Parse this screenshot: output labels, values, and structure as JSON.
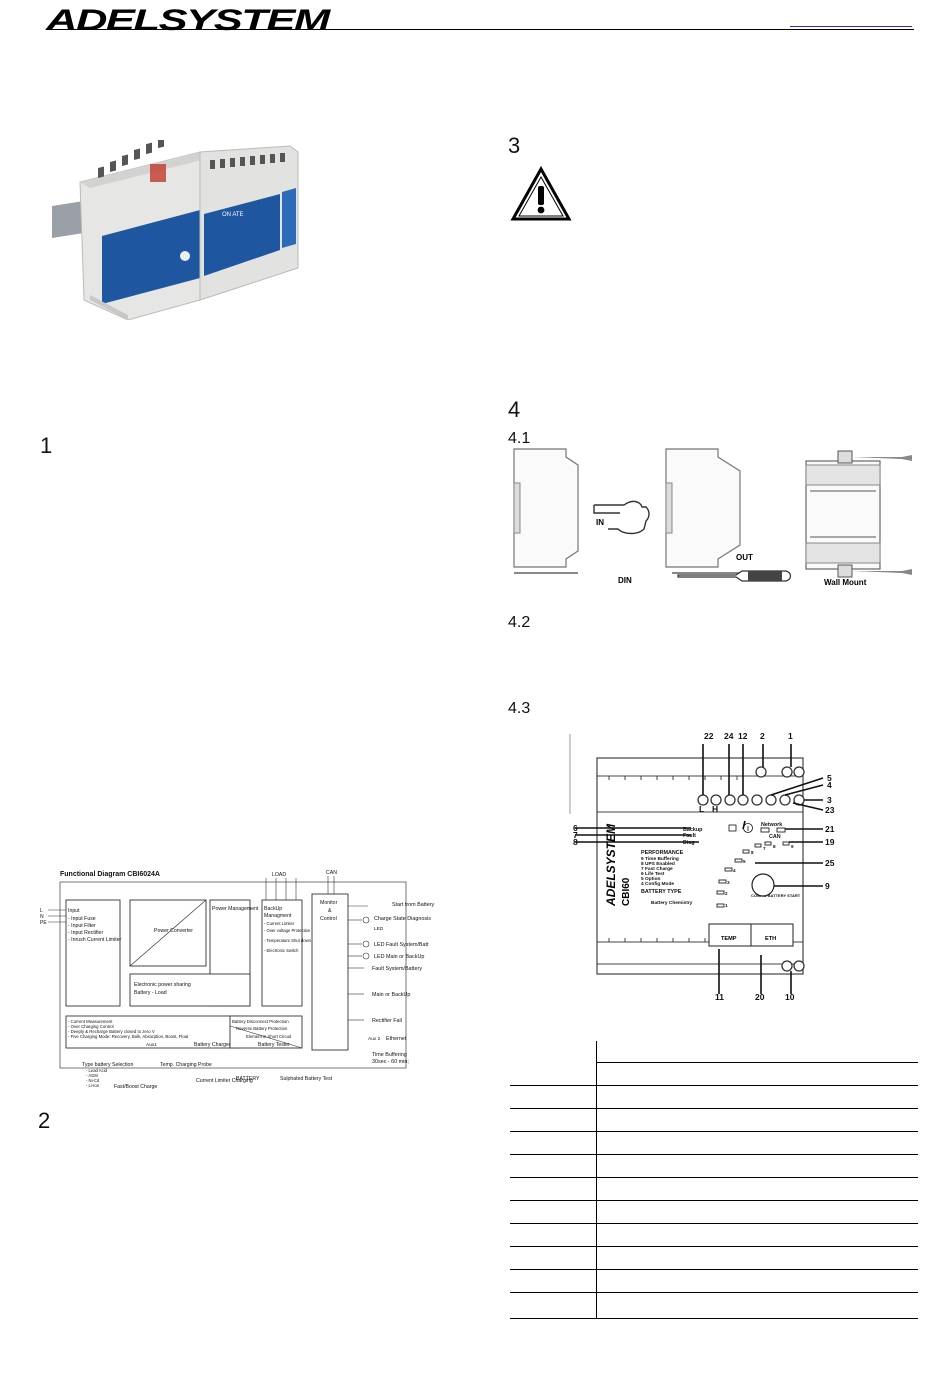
{
  "header": {
    "brand": "ADELSYSTEM"
  },
  "sections": {
    "s1": "1",
    "s2": "2",
    "s3": "3",
    "s4": "4",
    "s4_1": "4.1",
    "s4_2": "4.2",
    "s4_3": "4.3"
  },
  "mounting": {
    "in_label": "IN",
    "out_label": "OUT",
    "din_label": "DIN",
    "wall_label": "Wall Mount"
  },
  "functional_diagram": {
    "title": "Functional Diagram CBI6024A",
    "top_load": "LOAD",
    "top_can": "CAN",
    "input_lines": [
      "Input",
      "- Input Fuse",
      "- Input Filter",
      "- Input Rectifier",
      "- Inrush Current Limiter"
    ],
    "power_converter": "Power Converter",
    "power_management": "Power Management",
    "backup_lines": [
      "BackUp",
      "Managment",
      "- Current Limiter",
      "- Over voltage Protection",
      "- Temperature Shut down",
      "- Electronic Switch"
    ],
    "monitor_lines": [
      "Monitor",
      "&",
      "Control"
    ],
    "power_sharing": [
      "Electronic power sharing",
      "Battery - Load"
    ],
    "charger_lines": [
      "- Current Measurement",
      "- Over Charging Control",
      "- Deeply & Recharge Battery closed to zero V",
      "- Five Charging Mode: Recovery, Bulk, Absorption, Boost, Float"
    ],
    "battery_charger": "Battery Charger",
    "battery_tester_lines": [
      "Battery Disconnect Protection",
      "Reverse Battery Protection",
      "Element in Short Circuit"
    ],
    "battery_tester": "Battery Tester",
    "right_labels": [
      "Start from Battery",
      "Charge State Diagnosis",
      "LED Fault System/Batt",
      "LED Main or BackUp",
      "Fault System/Battery",
      "Main or BackUp",
      "Rectifier Fail",
      "Ethernet",
      "Time Buffering",
      "30sec - 60 min;"
    ],
    "led_label": "LED",
    "aux1": "Aux1",
    "aux2": "Aux 2",
    "bottom_labels": [
      "Type battery Selection",
      "- Lead Acid",
      "- AGM",
      "- Ni-Cd",
      "- Li-Ion",
      "Fast/Boost Charge",
      "Temp. Charging Probe",
      "Current Limiter Charging",
      "BATTERY",
      "Sulphated Battery Test"
    ],
    "input_terminals": [
      "L",
      "N",
      "PE"
    ]
  },
  "front_panel": {
    "top_numbers": [
      "22",
      "24",
      "12",
      "2",
      "1"
    ],
    "right_numbers": [
      "5",
      "4",
      "3",
      "23",
      "21",
      "19",
      "25",
      "9"
    ],
    "left_numbers": [
      "6",
      "7",
      "8"
    ],
    "bottom_numbers": [
      "11",
      "20",
      "10"
    ],
    "l_label": "L",
    "h_label": "H",
    "backup": "Backup",
    "fault": "Fault",
    "diag": "Diag",
    "network": "Network",
    "can": "CAN",
    "performance_title": "PERFORMANCE",
    "performance_items": [
      "9 Time Buffering",
      "8 UPS Enabled",
      "7 Fast Charge",
      "6 Life Test",
      "5 Option",
      "4 Config Mode"
    ],
    "battery_type_title": "BATTERY TYPE",
    "battery_chemistry": "Battery Chemistry",
    "led_numbers": [
      "8",
      "7",
      "8",
      "9",
      "5",
      "4",
      "3",
      "2",
      "1"
    ],
    "config_label": "CONFIG BATTERY START",
    "temp": "TEMP",
    "eth": "ETH",
    "model": "CBI60",
    "brand_vertical": "ADELSYSTEM"
  },
  "photo": {
    "device_label": "ON ATE"
  }
}
